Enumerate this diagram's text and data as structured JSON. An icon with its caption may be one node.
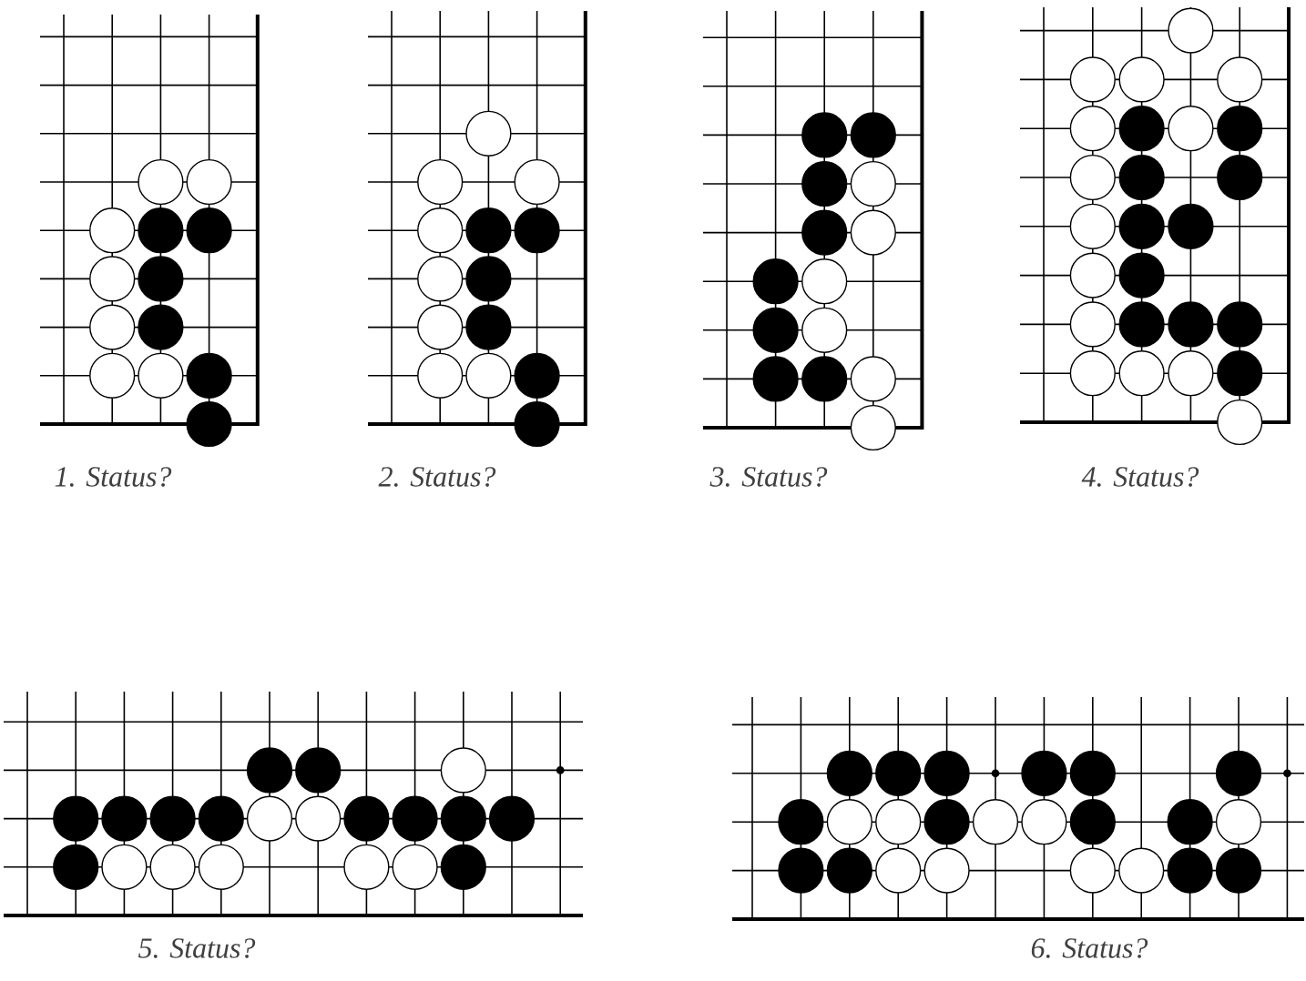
{
  "diagram": {
    "labels": [
      "1. Status?",
      "2. Status?",
      "3. Status?",
      "4. Status?",
      "5. Status?",
      "6. Status?"
    ]
  }
}
